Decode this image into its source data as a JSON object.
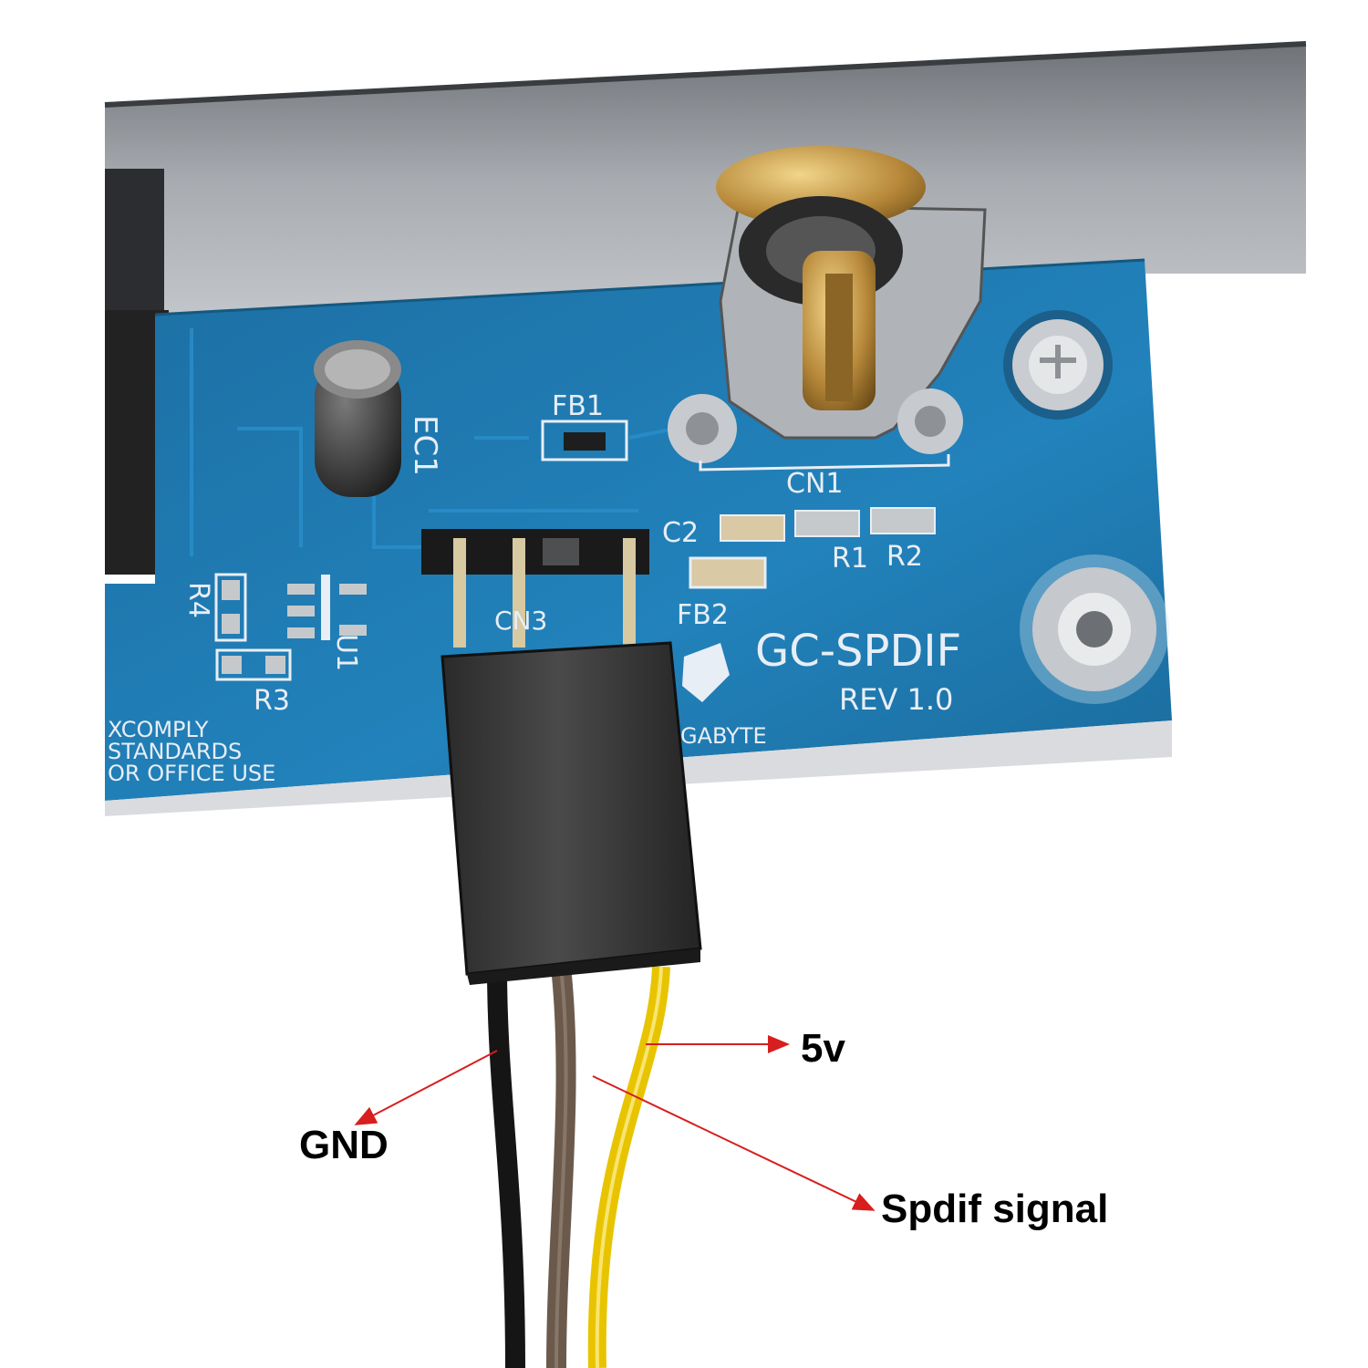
{
  "board": {
    "silkscreen": {
      "fb1": "FB1",
      "ec1": "EC1",
      "cn1": "CN1",
      "c2": "C2",
      "r1": "R1",
      "r2": "R2",
      "fb2": "FB2",
      "cn3": "CN3",
      "r4": "R4",
      "u1": "U1",
      "r3": "R3",
      "model": "GC-SPDIF",
      "revision": "REV 1.0",
      "brand": "GABYTE",
      "notice_line1": "XCOMPLY",
      "notice_line2": "STANDARDS",
      "notice_line3": "OR OFFICE USE"
    }
  },
  "labels": {
    "five_volt": "5v",
    "ground": "GND",
    "signal": "Spdif signal"
  },
  "colors": {
    "pcb": "#1f7fb6",
    "bracket": "#9a9ea3",
    "wire_black": "#151515",
    "wire_brown": "#6b5a4c",
    "wire_yellow": "#e8c400",
    "arrow": "#d81e1e"
  }
}
